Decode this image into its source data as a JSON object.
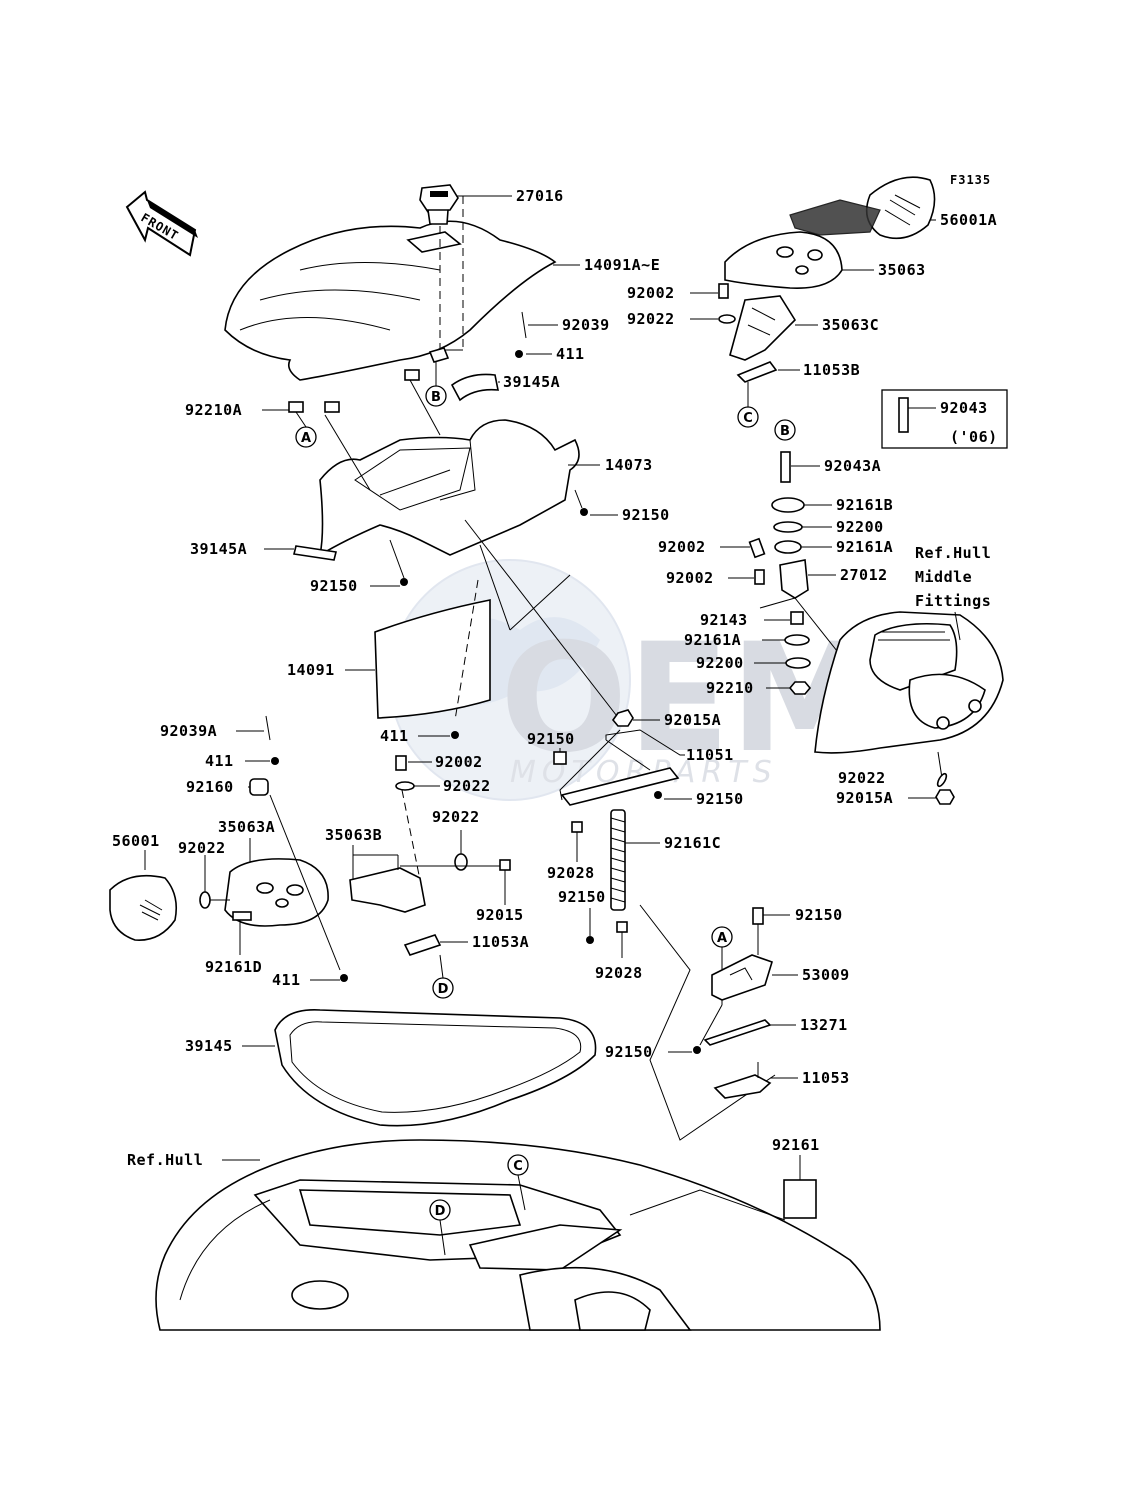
{
  "figure_code": "F3135",
  "front_arrow_label": "FRONT",
  "watermark": {
    "brand": "OEM",
    "sub": "MOTORPARTS"
  },
  "labels": {
    "p27016": "27016",
    "p14091AE": "14091A~E",
    "p92039": "92039",
    "p411a": "411",
    "p39145A_top": "39145A",
    "p92210A": "92210A",
    "p14073": "14073",
    "p92150a": "92150",
    "p39145A_left": "39145A",
    "p92150b": "92150",
    "p14091": "14091",
    "p411b": "411",
    "p92039A": "92039A",
    "p411c": "411",
    "p92160": "92160",
    "p92002a": "92002",
    "p92022a": "92022",
    "p92022b": "92022",
    "p35063A": "35063A",
    "p35063B": "35063B",
    "p56001": "56001",
    "p92022c": "92022",
    "p92015": "92015",
    "p11053A": "11053A",
    "p92161D": "92161D",
    "p411d": "411",
    "p39145": "39145",
    "p56001A": "56001A",
    "p35063": "35063",
    "p92002b": "92002",
    "p92022d": "92022",
    "p35063C": "35063C",
    "p11053B": "11053B",
    "p92043": "92043",
    "p92043_year": "('06)",
    "p92043A": "92043A",
    "p92161B": "92161B",
    "p92200a": "92200",
    "p92002c": "92002",
    "p92161Aa": "92161A",
    "p92002d": "92002",
    "p27012": "27012",
    "ref_hull_fittings_1": "Ref.Hull",
    "ref_hull_fittings_2": "Middle",
    "ref_hull_fittings_3": "Fittings",
    "p92143": "92143",
    "p92161Ab": "92161A",
    "p92200b": "92200",
    "p92210": "92210",
    "p92150c": "92150",
    "p92015A_a": "92015A",
    "p11051": "11051",
    "p92150d": "92150",
    "p92028a": "92028",
    "p92161C": "92161C",
    "p92150e": "92150",
    "p92028b": "92028",
    "p92022e": "92022",
    "p92015A_b": "92015A",
    "p92150f": "92150",
    "p53009": "53009",
    "p13271": "13271",
    "p92150g": "92150",
    "p11053": "11053",
    "p92161": "92161",
    "ref_hull": "Ref.Hull"
  },
  "callouts": {
    "A1": "A",
    "B1": "B",
    "C1": "C",
    "B2": "B",
    "D1": "D",
    "A2": "A",
    "C2": "C",
    "D2": "D"
  }
}
